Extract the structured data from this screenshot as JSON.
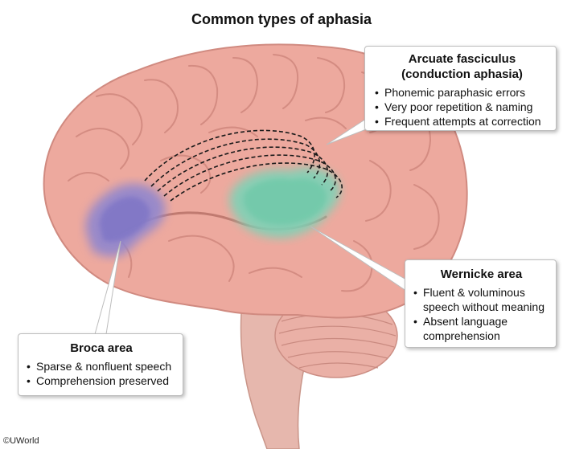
{
  "title": "Common types of aphasia",
  "colors": {
    "brain": "#eda99e",
    "brain_dark": "#d98c81",
    "broca_region": "#8f86cf",
    "wernicke_region": "#7fd1b6",
    "fasciculus_line": "#1a1a1a"
  },
  "callouts": {
    "arcuate": {
      "heading_line1": "Arcuate fasciculus",
      "heading_line2": "(conduction aphasia)",
      "items": [
        "Phonemic paraphasic errors",
        "Very poor repetition & naming",
        "Frequent attempts at correction"
      ]
    },
    "wernicke": {
      "heading": "Wernicke area",
      "items": [
        "Fluent & voluminous speech without meaning",
        "Absent language comprehension"
      ]
    },
    "broca": {
      "heading": "Broca area",
      "items": [
        "Sparse & nonfluent speech",
        "Comprehension preserved"
      ]
    }
  },
  "bullet_glyph": "•",
  "credit": "©UWorld"
}
